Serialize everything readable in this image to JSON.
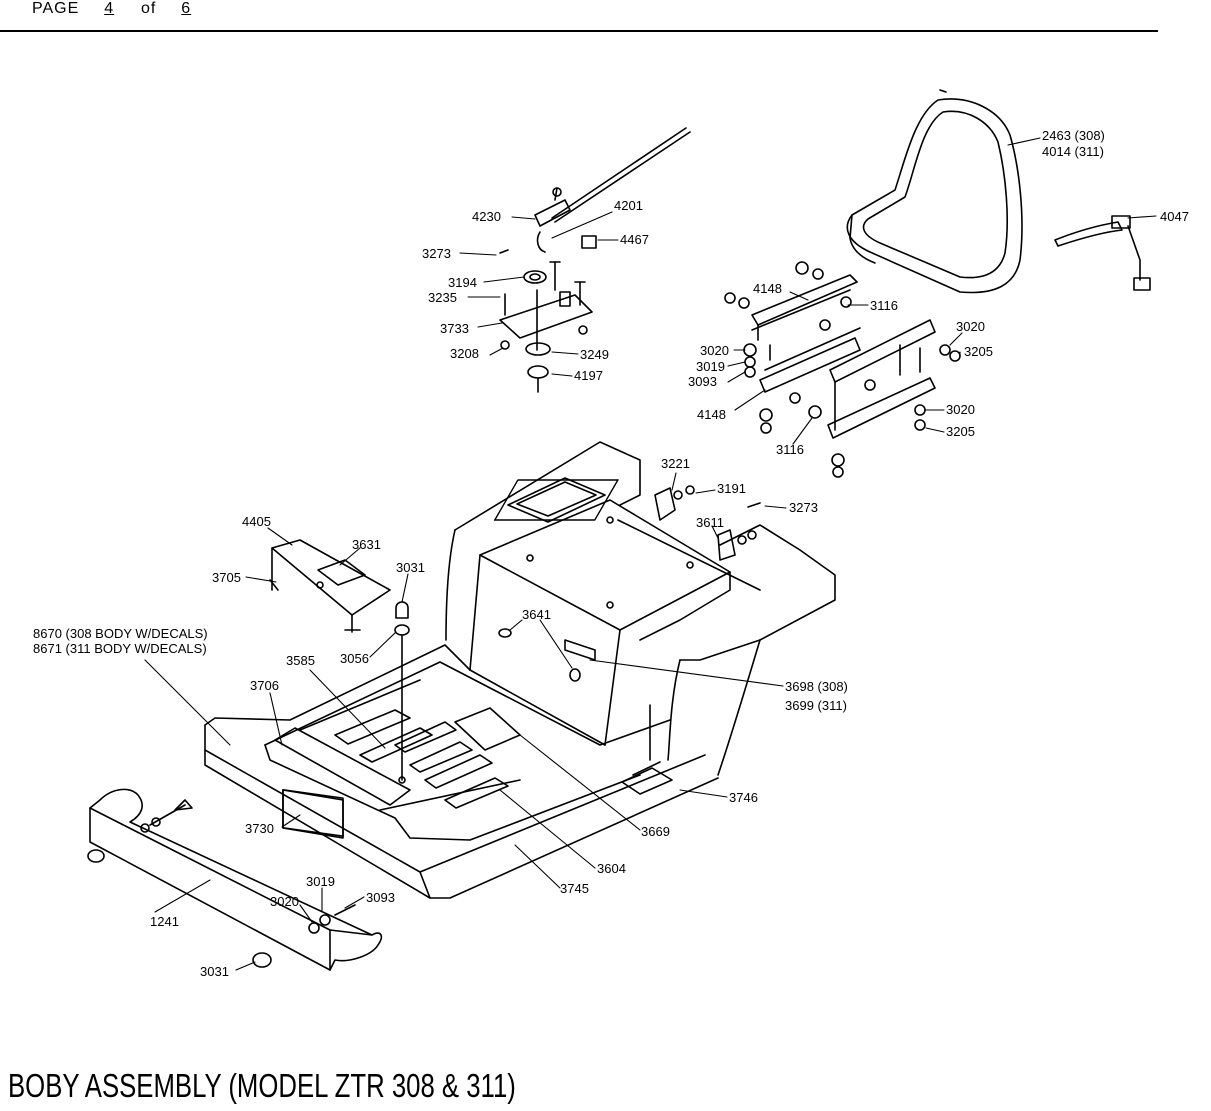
{
  "header": {
    "page_word": "PAGE",
    "page_num": "4",
    "of_word": "of",
    "page_total": "6"
  },
  "title": "BOBY ASSEMBLY (MODEL ZTR 308 & 311)",
  "callouts": {
    "p2463": "2463 (308)",
    "p4014": "4014 (311)",
    "p4047": "4047",
    "p4230": "4230",
    "p4201": "4201",
    "p3273a": "3273",
    "p4467": "4467",
    "p3194": "3194",
    "p3235": "3235",
    "p3733": "3733",
    "p3208": "3208",
    "p3249": "3249",
    "p4197": "4197",
    "p4148a": "4148",
    "p3116a": "3116",
    "p3020a": "3020",
    "p3205a": "3205",
    "p3020b": "3020",
    "p3019a": "3019",
    "p3093a": "3093",
    "p4148b": "4148",
    "p3116b": "3116",
    "p3020c": "3020",
    "p3205b": "3205",
    "p3221": "3221",
    "p3191": "3191",
    "p3273b": "3273",
    "p3611": "3611",
    "p4405": "4405",
    "p3631": "3631",
    "p3705": "3705",
    "p3031a": "3031",
    "p8670": "8670 (308 BODY W/DECALS)",
    "p8671": "8671 (311 BODY W/DECALS)",
    "p3056": "3056",
    "p3641": "3641",
    "p3585": "3585",
    "p3706": "3706",
    "p3698": "3698 (308)",
    "p3699": "3699 (311)",
    "p3746": "3746",
    "p3669": "3669",
    "p3730": "3730",
    "p3604": "3604",
    "p3745": "3745",
    "p3019b": "3019",
    "p3093b": "3093",
    "p3020d": "3020",
    "p1241": "1241",
    "p3031b": "3031"
  }
}
